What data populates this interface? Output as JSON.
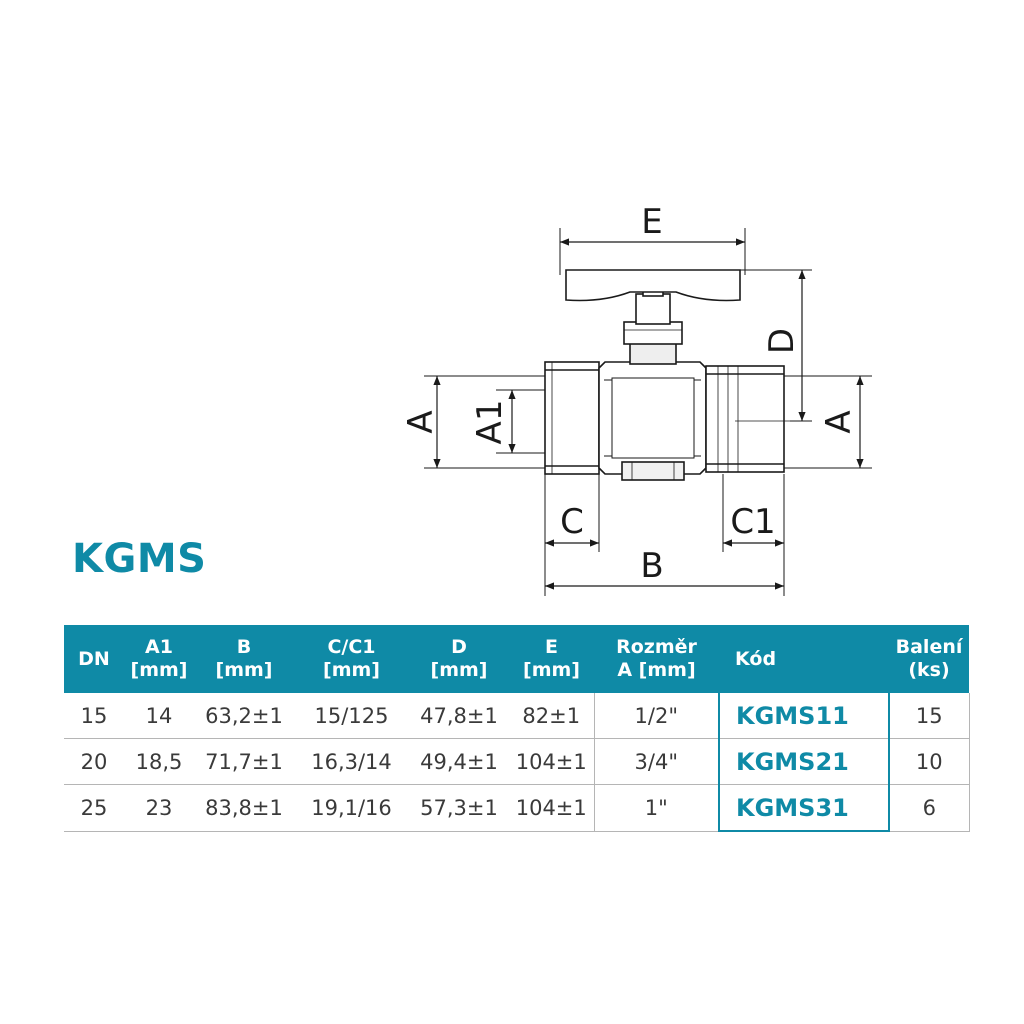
{
  "title": "KGMS",
  "drawing": {
    "dim_labels": {
      "E": "E",
      "D": "D",
      "A_left": "A",
      "A1": "A1",
      "A_right": "A",
      "C": "C",
      "C1": "C1",
      "B": "B"
    }
  },
  "table": {
    "headers": [
      {
        "line1": "DN",
        "line2": ""
      },
      {
        "line1": "A1",
        "line2": "[mm]"
      },
      {
        "line1": "B",
        "line2": "[mm]"
      },
      {
        "line1": "C/C1",
        "line2": "[mm]"
      },
      {
        "line1": "D",
        "line2": "[mm]"
      },
      {
        "line1": "E",
        "line2": "[mm]"
      },
      {
        "line1": "Rozměr",
        "line2": "A [mm]"
      },
      {
        "line1": "Kód",
        "line2": ""
      },
      {
        "line1": "Balení",
        "line2": "(ks)"
      }
    ],
    "rows": [
      [
        "15",
        "14",
        "63,2±1",
        "15/125",
        "47,8±1",
        "82±1",
        "1/2\"",
        "KGMS11",
        "15"
      ],
      [
        "20",
        "18,5",
        "71,7±1",
        "16,3/14",
        "49,4±1",
        "104±1",
        "3/4\"",
        "KGMS21",
        "10"
      ],
      [
        "25",
        "23",
        "83,8±1",
        "19,1/16",
        "57,3±1",
        "104±1",
        "1\"",
        "KGMS31",
        "6"
      ]
    ]
  },
  "colors": {
    "accent": "#0f8aa6",
    "text": "#3a3a3a",
    "grid": "#b5b5b5"
  }
}
